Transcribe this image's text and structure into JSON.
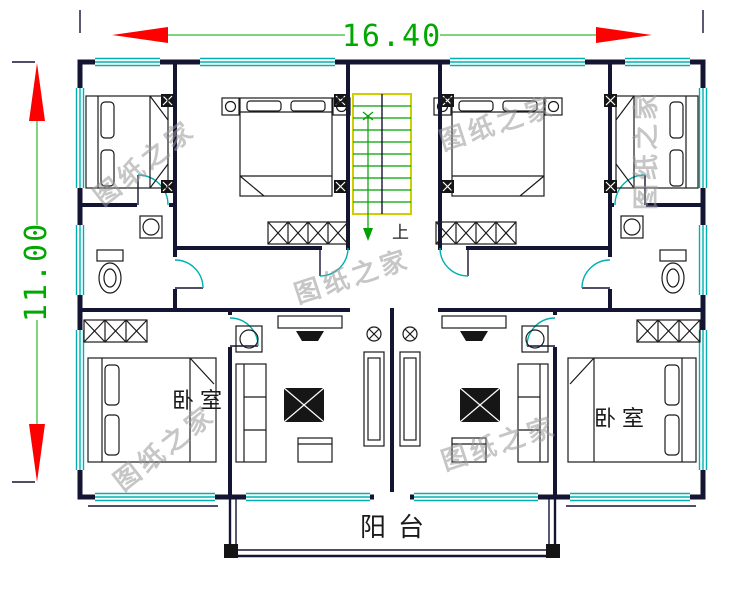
{
  "dimensions": {
    "width": "16.40",
    "height": "11.00"
  },
  "labels": {
    "bedroom": "卧室",
    "balcony": "阳台",
    "stairs_up": "上"
  },
  "watermark": {
    "text": "图纸之家"
  },
  "colors": {
    "arrow": "#ff0000",
    "dimension_text": "#00a800",
    "wall": "#141433",
    "fixture": "#00b0b0",
    "furniture": "#1a1a1a",
    "stair_outline": "#cfcf00",
    "stair_steps": "#00a000",
    "watermark": "#999999"
  }
}
